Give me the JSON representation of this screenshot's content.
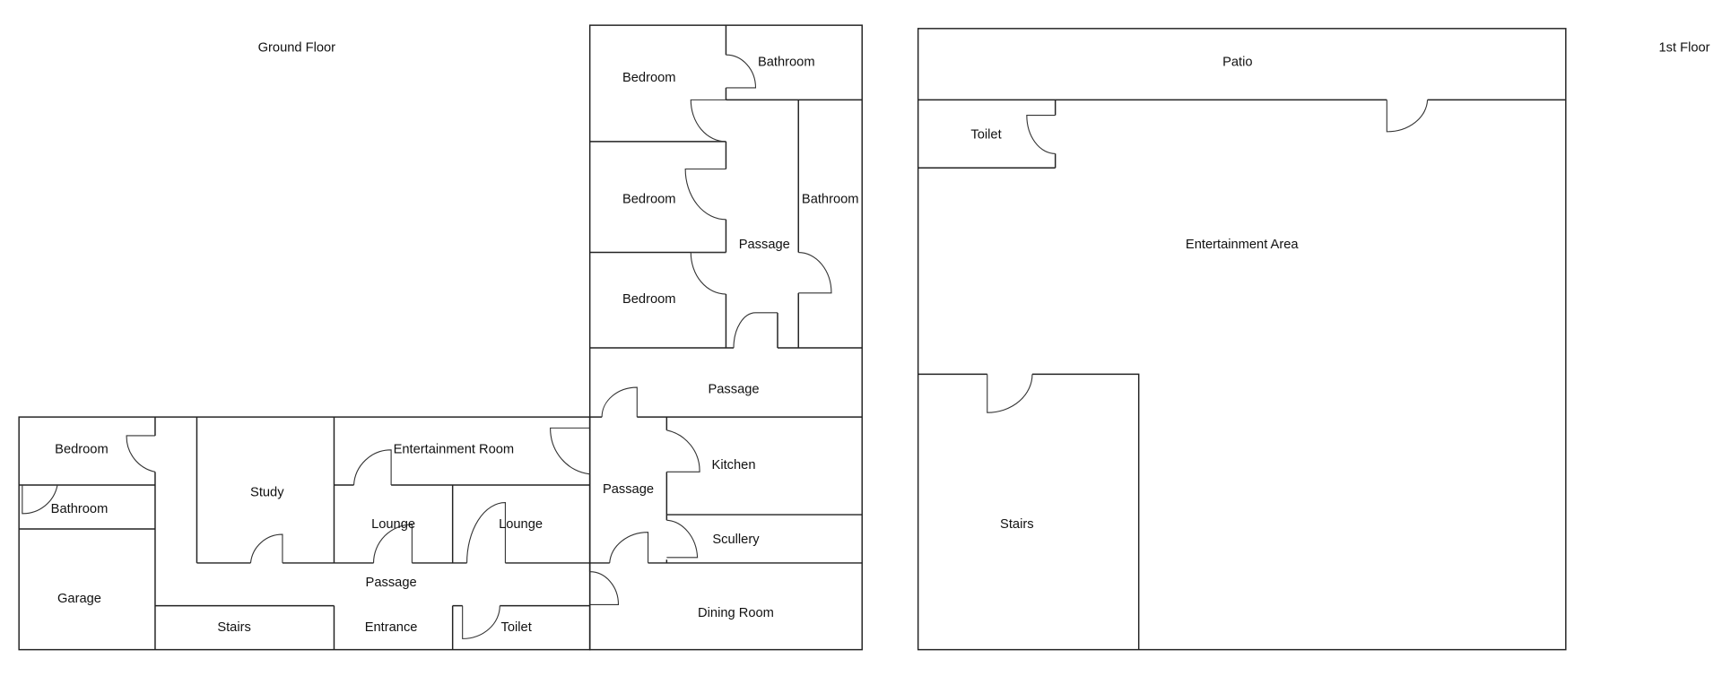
{
  "ground_floor": {
    "title": "Ground Floor",
    "rooms": {
      "bedroom_left": "Bedroom",
      "bathroom_left": "Bathroom",
      "garage": "Garage",
      "study": "Study",
      "entertainment_room": "Entertainment Room",
      "lounge_1": "Lounge",
      "lounge_2": "Lounge",
      "passage_bottom": "Passage",
      "stairs": "Stairs",
      "entrance": "Entrance",
      "toilet": "Toilet",
      "passage_center": "Passage",
      "kitchen": "Kitchen",
      "scullery": "Scullery",
      "dining_room": "Dining Room",
      "passage_mid": "Passage",
      "bedroom_1": "Bedroom",
      "bedroom_2": "Bedroom",
      "bedroom_3": "Bedroom",
      "bathroom_top": "Bathroom",
      "bathroom_right": "Bathroom",
      "passage_top": "Passage"
    }
  },
  "first_floor": {
    "title": "1st Floor",
    "rooms": {
      "patio": "Patio",
      "toilet": "Toilet",
      "entertainment_area": "Entertainment Area",
      "stairs": "Stairs"
    }
  }
}
